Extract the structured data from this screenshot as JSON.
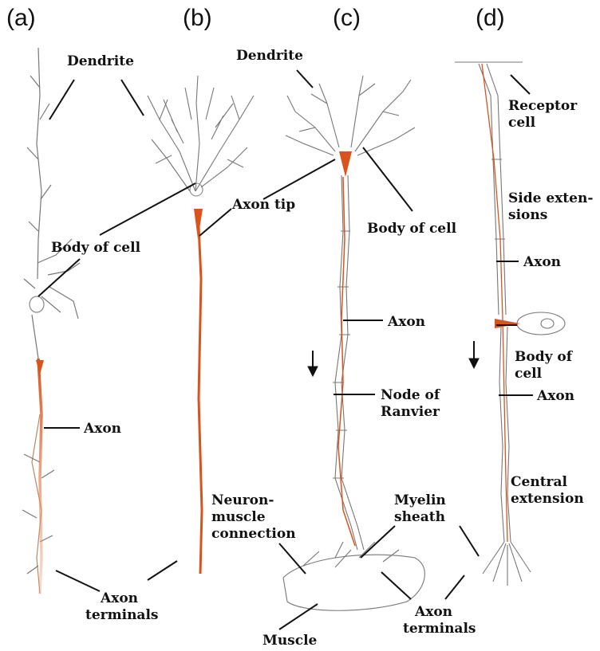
{
  "panels": {
    "a": "(a)",
    "b": "(b)",
    "c": "(c)",
    "d": "(d)"
  },
  "labels": {
    "dendrite_ab": "Dendrite",
    "dendrite_c": "Dendrite",
    "body_of_cell_a": "Body of cell",
    "axon_tip": "Axon tip",
    "body_of_cell_c": "Body of cell",
    "axon_a": "Axon",
    "axon_c": "Axon",
    "node_of_ranvier_1": "Node of",
    "node_of_ranvier_2": "Ranvier",
    "axon_terminals_ab_1": "Axon",
    "axon_terminals_ab_2": "terminals",
    "neuron_muscle_1": "Neuron-",
    "neuron_muscle_2": "muscle",
    "neuron_muscle_3": "connection",
    "myelin_1": "Myelin",
    "myelin_2": "sheath",
    "axon_terminals_cd_1": "Axon",
    "axon_terminals_cd_2": "terminals",
    "muscle": "Muscle",
    "receptor_1": "Receptor",
    "receptor_2": "cell",
    "side_ext_1": "Side exten-",
    "side_ext_2": "sions",
    "axon_d_upper": "Axon",
    "body_of_cell_d_1": "Body of",
    "body_of_cell_d_2": "cell",
    "axon_d_lower": "Axon",
    "central_ext_1": "Central",
    "central_ext_2": "extension"
  },
  "colors": {
    "axon": "#d9541c",
    "line": "#111111",
    "sketch": "#555555"
  }
}
